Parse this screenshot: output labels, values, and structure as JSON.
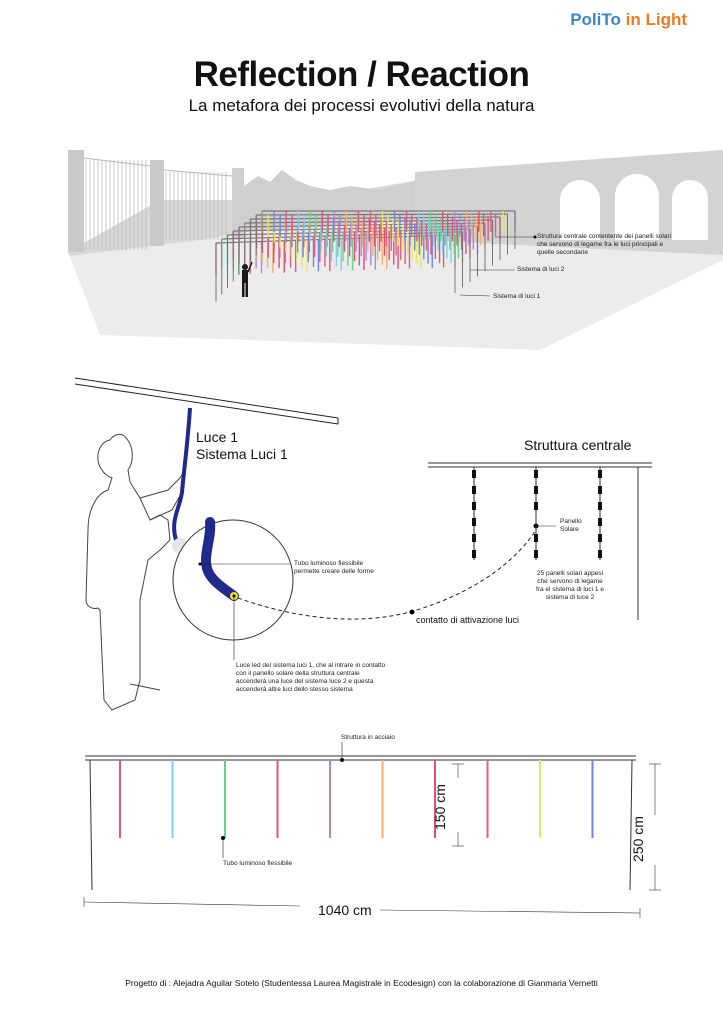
{
  "brand": {
    "part1": "PoliTo",
    "part2": "in Light",
    "color1": "#3a86c8",
    "color2": "#f07b22"
  },
  "title": "Reflection / Reaction",
  "subtitle": "La metafora dei processi evolutivi della natura",
  "scene": {
    "label_struttura": "Struttura centrale contentente dei panelli solari che servono di legame fra le luci principali e quelle secondarie",
    "label_luci2": "Sistema di luci 2",
    "label_luci1": "Sistema di luci 1"
  },
  "detail": {
    "luce1_line1": "Luce 1",
    "luce1_line2": "Sistema Luci 1",
    "struttura_title": "Struttura centrale",
    "tubo_label": "Tubo luminoso flessibile permette creare delle forme",
    "pannello_label": "Panello Solare",
    "pannelli_desc": "25 panelli solari appesi che servono di legame fra el sistema di luci 1 e sistema di luce 2",
    "contatto_label": "contatto di attivazione luci",
    "led_desc": "Luce led del sistema luci 1, che al intrare in contatto con il panello solare della struttura centrale accenderà una luce del sistema luce 2 e questa accenderà altre luci dello stesso sistema"
  },
  "elevation": {
    "struttura_label": "Struttura in acciaio",
    "tubo_label": "Tubo luminoso flessibile",
    "dim_150": "150 cm",
    "dim_250": "250 cm",
    "dim_1040": "1040 cm",
    "tube_colors": [
      "#e05a78",
      "#7fd0e8",
      "#6fcf8a",
      "#e0507a",
      "#a58ad8",
      "#f3b070",
      "#e05070",
      "#e06085",
      "#e8e860",
      "#6f86d8"
    ]
  },
  "footer": "Progetto di : Alejadra Aguilar Sotelo (Studentessa Laurea Magistrale in Ecodesign) con la colaborazione di Gianmaria Vernetti"
}
